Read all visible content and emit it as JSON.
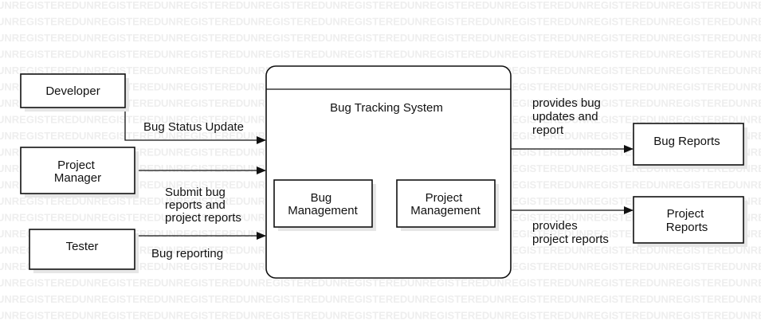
{
  "watermark": "UNREGISTERED",
  "actors": {
    "developer": "Developer",
    "project_manager": [
      "Project",
      "Manager"
    ],
    "tester": "Tester"
  },
  "system": {
    "title": "Bug Tracking System",
    "bug_management": [
      "Bug",
      "Management"
    ],
    "project_management": [
      "Project",
      "Management"
    ]
  },
  "outputs": {
    "bug_reports": "Bug Reports",
    "project_reports": [
      "Project",
      "Reports"
    ]
  },
  "edges": {
    "bug_status_update": "Bug Status Update",
    "submit_reports": [
      "Submit bug",
      "reports and",
      "project reports"
    ],
    "bug_reporting": "Bug reporting",
    "provides_bug_updates": [
      "provides bug",
      "updates and",
      "report"
    ],
    "provides_project_reports": [
      "provides",
      "project reports"
    ]
  }
}
